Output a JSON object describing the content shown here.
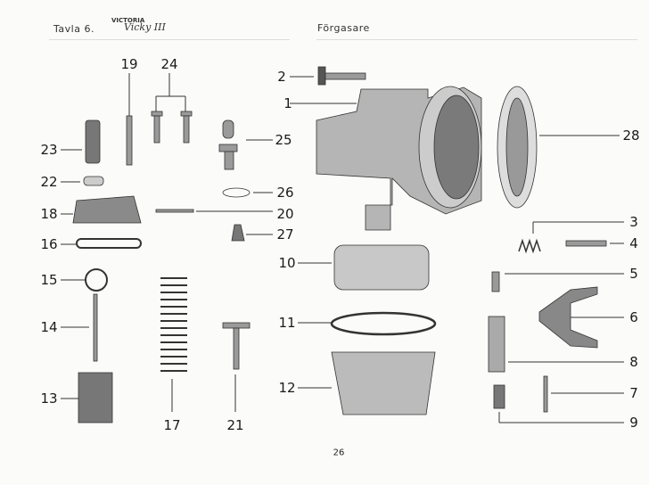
{
  "header": {
    "plate": "Tavla 6.",
    "brand": "VICTORIA",
    "model": "Vicky III",
    "title": "Förgasare"
  },
  "part_numbers": [
    "1",
    "2",
    "3",
    "4",
    "5",
    "6",
    "7",
    "8",
    "9",
    "10",
    "11",
    "12",
    "13",
    "14",
    "15",
    "16",
    "17",
    "18",
    "19",
    "20",
    "21",
    "22",
    "23",
    "24",
    "25",
    "26",
    "27",
    "28"
  ],
  "page_number": "26"
}
